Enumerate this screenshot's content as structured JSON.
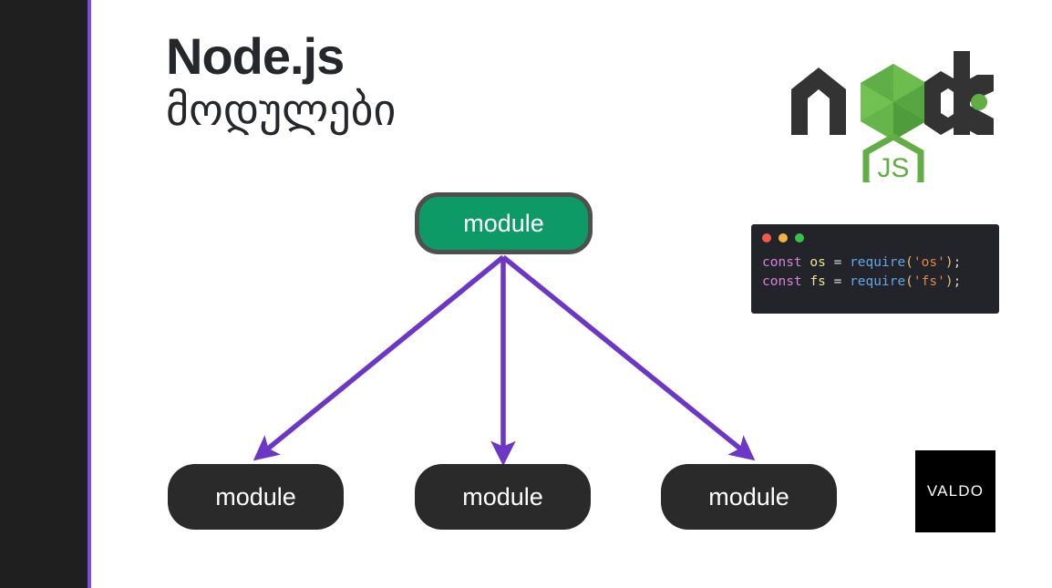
{
  "slide": {
    "background": "#ffffff",
    "accent_color": "#7b4ee0",
    "sidebar_color": "#1f1f1f"
  },
  "heading": {
    "title": "Node.js",
    "subtitle": "მოდულები"
  },
  "logo": {
    "name": "nodejs-logo",
    "wordmark": "node",
    "badge_text": "JS",
    "green": "#63ad45",
    "dark": "#333333"
  },
  "code_card": {
    "window_dots": [
      "red",
      "yellow",
      "green"
    ],
    "dot_colors": {
      "red": "#f4584f",
      "yellow": "#f3b53c",
      "green": "#39c24a"
    },
    "background": "#23232a",
    "lines": [
      {
        "keyword": "const",
        "variable": "os",
        "operator": "=",
        "fn": "require",
        "open": "(",
        "string": "'os'",
        "close": ")",
        "semi": ";",
        "full": "const os = require('os');"
      },
      {
        "keyword": "const",
        "variable": "fs",
        "operator": "=",
        "fn": "require",
        "open": "(",
        "string": "'fs'",
        "close": ")",
        "semi": ";",
        "full": "const fs = require('fs');"
      }
    ]
  },
  "diagram": {
    "type": "tree",
    "arrow_color": "#6d37c6",
    "root": {
      "label": "module",
      "fill": "#0e9a67",
      "border": "#4f4f4f"
    },
    "children": [
      {
        "label": "module",
        "fill": "#2a2a2a"
      },
      {
        "label": "module",
        "fill": "#2a2a2a"
      },
      {
        "label": "module",
        "fill": "#2a2a2a"
      }
    ]
  },
  "valdo": {
    "label": "VALDO",
    "background": "#000000",
    "text_color": "#ffffff"
  }
}
